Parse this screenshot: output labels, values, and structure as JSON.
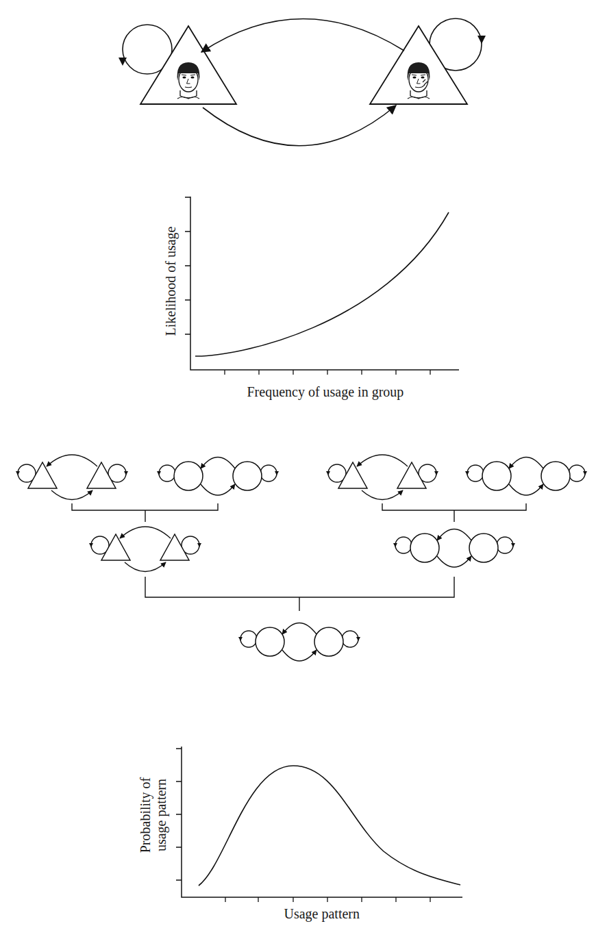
{
  "diagram": {
    "labels": [
      "Likelihood of usage",
      "Frequency of usage in group",
      "Probability of usage pattern",
      "Usage pattern"
    ]
  }
}
